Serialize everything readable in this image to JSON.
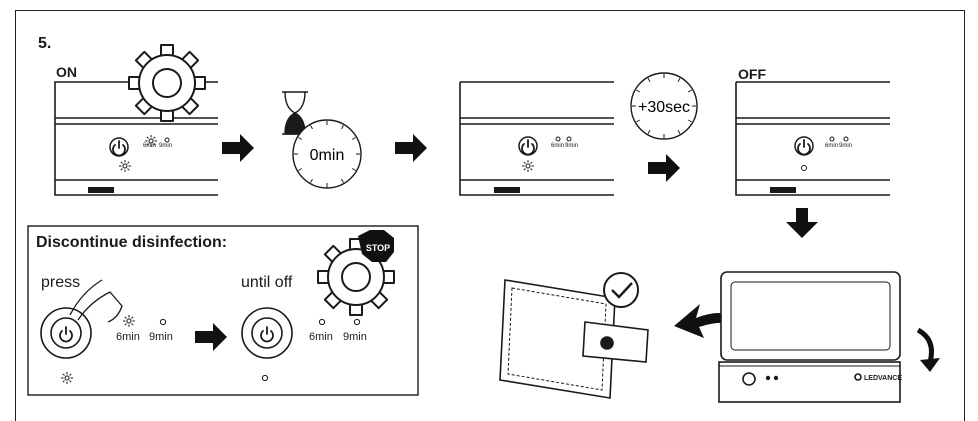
{
  "step": {
    "number": "5."
  },
  "states": {
    "on": "ON",
    "off": "OFF"
  },
  "timers": {
    "zero": "0min",
    "plus30": "+30sec"
  },
  "indicators": {
    "six": "6min",
    "nine": "9min"
  },
  "discontinue": {
    "title": "Discontinue disinfection:",
    "press": "press",
    "until_off": "until off",
    "stop": "STOP"
  },
  "device": {
    "brand": "LEDVANCE"
  },
  "colors": {
    "ink": "#1a1a1a",
    "stop_fill": "#111111",
    "background": "#ffffff"
  }
}
